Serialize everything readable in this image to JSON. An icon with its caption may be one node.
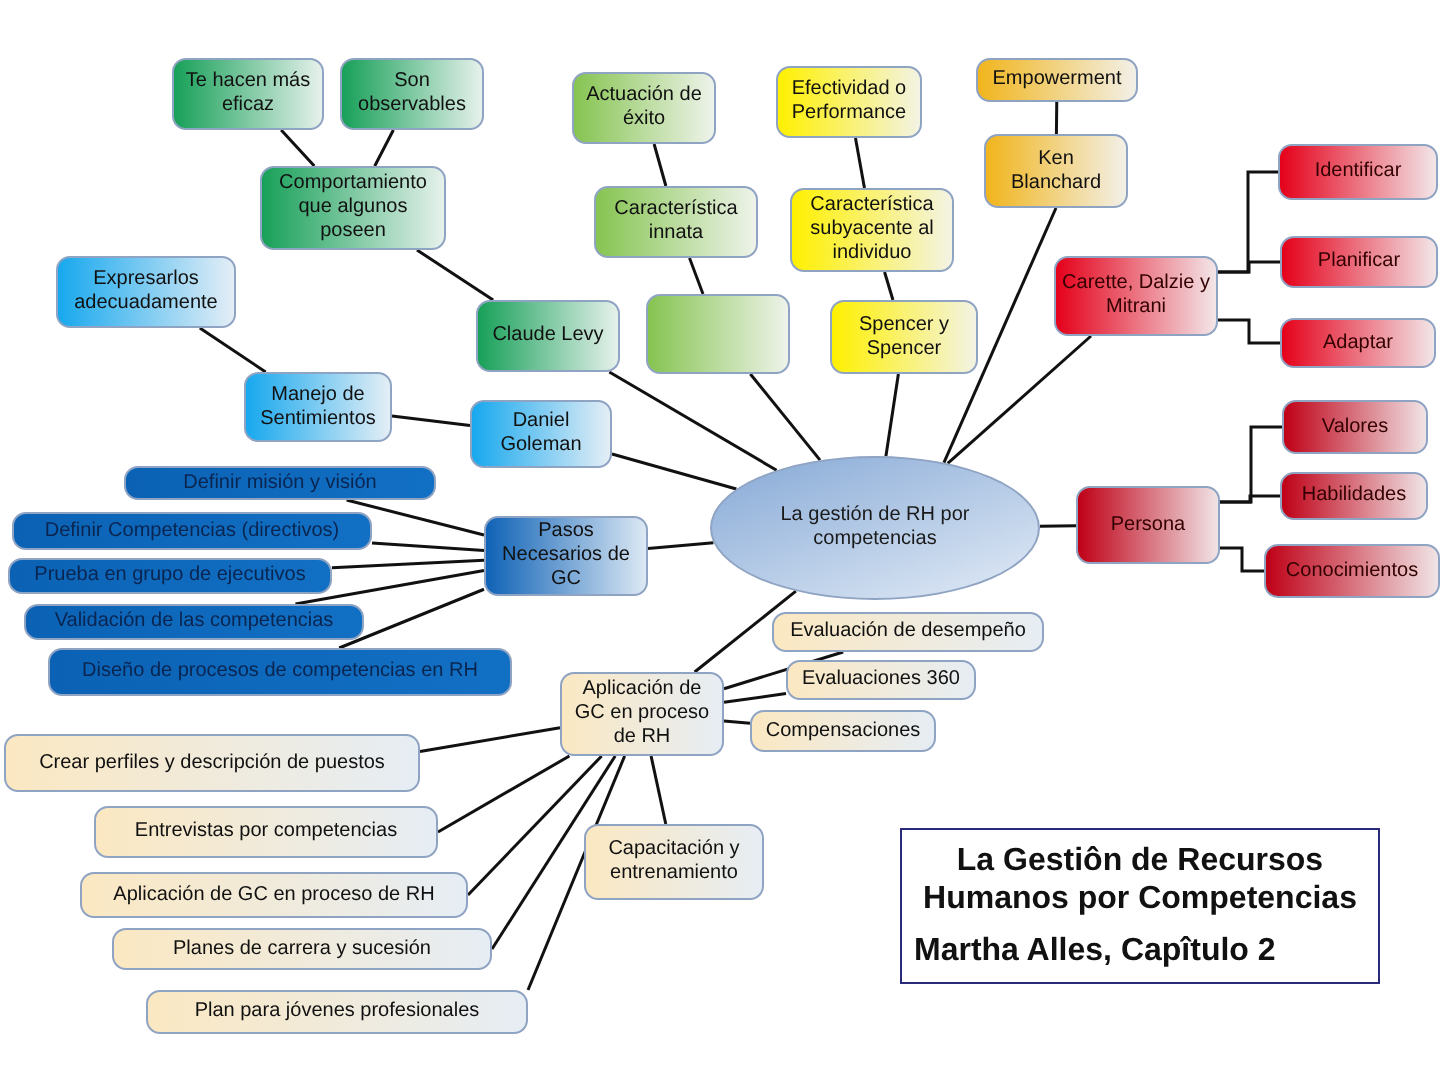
{
  "diagram": {
    "nodes": [
      {
        "text": [
          "La gestión de RH por competencias"
        ]
      },
      {
        "text": [
          "Te hacen más eficaz"
        ]
      },
      {
        "text": [
          "Son observables"
        ]
      },
      {
        "text": [
          "Comportamiento que algunos poseen"
        ]
      },
      {
        "text": [
          "Actuación de éxito"
        ]
      },
      {
        "text": [
          "Característica innata"
        ]
      },
      {
        "text": [],
        "shape": "box"
      },
      {
        "text": [
          "Claude Levy"
        ]
      },
      {
        "text": [
          "Efectividad o Performance"
        ]
      },
      {
        "text": [
          "Característica subyacente al individuo"
        ]
      },
      {
        "text": [
          "Spencer y Spencer"
        ]
      },
      {
        "text": [
          "Empowerment"
        ]
      },
      {
        "text": [
          "Ken Blanchard"
        ]
      },
      {
        "text": [
          "Carette, Dalzie y Mitrani"
        ]
      },
      {
        "text": [
          "Identificar"
        ]
      },
      {
        "text": [
          "Planificar"
        ]
      },
      {
        "text": [
          "Adaptar"
        ]
      },
      {
        "text": [
          "Persona"
        ]
      },
      {
        "text": [
          "Valores"
        ]
      },
      {
        "text": [
          "Habilidades"
        ]
      },
      {
        "text": [
          "Conocimientos"
        ]
      },
      {
        "text": [
          "Expresarlos adecuadamente"
        ]
      },
      {
        "text": [
          "Manejo de Sentimientos"
        ]
      },
      {
        "text": [
          "Daniel Goleman"
        ]
      },
      {
        "text": [
          "Pasos Necesarios de GC"
        ]
      },
      {
        "text": [
          "Definir misión y visión"
        ]
      },
      {
        "text": [
          "Definir Competencias (directivos)"
        ]
      },
      {
        "text": [
          "Prueba en grupo de ejecutivos"
        ]
      },
      {
        "text": [
          "Validación de las competencias"
        ]
      },
      {
        "text": [
          "Diseño de procesos de competencias en RH"
        ]
      },
      {
        "text": [
          "Aplicación de GC en proceso de RH"
        ]
      },
      {
        "text": [
          "Evaluación de desempeño"
        ]
      },
      {
        "text": [
          "Evaluaciones 360"
        ]
      },
      {
        "text": [
          "Compensaciones"
        ]
      },
      {
        "text": [
          "Capacitación y entrenamiento"
        ]
      },
      {
        "text": [
          "Crear perfiles y descripción de puestos"
        ]
      },
      {
        "text": [
          "Entrevistas por competencias"
        ]
      },
      {
        "text": [
          "Aplicación de GC en proceso de RH"
        ]
      },
      {
        "text": [
          "Planes de carrera y sucesión"
        ]
      },
      {
        "text": [
          "Plan para jóvenes profesionales"
        ]
      },
      {
        "text": [
          "La Gestiôn de Recursos Humanos por Competencias",
          "Martha Alles, Capîtulo 2"
        ]
      }
    ],
    "edges": [
      {
        "from": 1,
        "to": 3,
        "arrow": "none"
      },
      {
        "from": 2,
        "to": 3,
        "arrow": "none"
      },
      {
        "from": 3,
        "to": 7,
        "arrow": "none"
      },
      {
        "from": 4,
        "to": 5,
        "arrow": "none"
      },
      {
        "from": 5,
        "to": 6,
        "arrow": "none"
      },
      {
        "from": 6,
        "to": 0,
        "arrow": "none"
      },
      {
        "from": 7,
        "to": 0,
        "arrow": "none"
      },
      {
        "from": 8,
        "to": 9,
        "arrow": "none"
      },
      {
        "from": 9,
        "to": 10,
        "arrow": "none"
      },
      {
        "from": 10,
        "to": 0,
        "arrow": "none"
      },
      {
        "from": 11,
        "to": 12,
        "arrow": "none"
      },
      {
        "from": 12,
        "to": 0,
        "arrow": "none"
      },
      {
        "from": 13,
        "to": 0,
        "arrow": "none"
      },
      {
        "from": 13,
        "to": 14,
        "arrow": "none"
      },
      {
        "from": 13,
        "to": 15,
        "arrow": "none"
      },
      {
        "from": 13,
        "to": 16,
        "arrow": "none"
      },
      {
        "from": 0,
        "to": 17,
        "arrow": "none"
      },
      {
        "from": 17,
        "to": 18,
        "arrow": "none"
      },
      {
        "from": 17,
        "to": 19,
        "arrow": "none"
      },
      {
        "from": 17,
        "to": 20,
        "arrow": "none"
      },
      {
        "from": 21,
        "to": 22,
        "arrow": "none"
      },
      {
        "from": 22,
        "to": 23,
        "arrow": "none"
      },
      {
        "from": 23,
        "to": 0,
        "arrow": "none"
      },
      {
        "from": 24,
        "to": 0,
        "arrow": "none"
      },
      {
        "from": 25,
        "to": 24,
        "arrow": "none"
      },
      {
        "from": 26,
        "to": 24,
        "arrow": "none"
      },
      {
        "from": 27,
        "to": 24,
        "arrow": "none"
      },
      {
        "from": 28,
        "to": 24,
        "arrow": "none"
      },
      {
        "from": 29,
        "to": 24,
        "arrow": "none"
      },
      {
        "from": 30,
        "to": 0,
        "arrow": "none"
      },
      {
        "from": 30,
        "to": 31,
        "arrow": "none"
      },
      {
        "from": 30,
        "to": 32,
        "arrow": "none"
      },
      {
        "from": 30,
        "to": 33,
        "arrow": "none"
      },
      {
        "from": 30,
        "to": 34,
        "arrow": "none"
      },
      {
        "from": 35,
        "to": 30,
        "arrow": "none"
      },
      {
        "from": 36,
        "to": 30,
        "arrow": "none"
      },
      {
        "from": 37,
        "to": 30,
        "arrow": "none"
      },
      {
        "from": 38,
        "to": 30,
        "arrow": "none"
      },
      {
        "from": 39,
        "to": 30,
        "arrow": "none"
      }
    ]
  }
}
